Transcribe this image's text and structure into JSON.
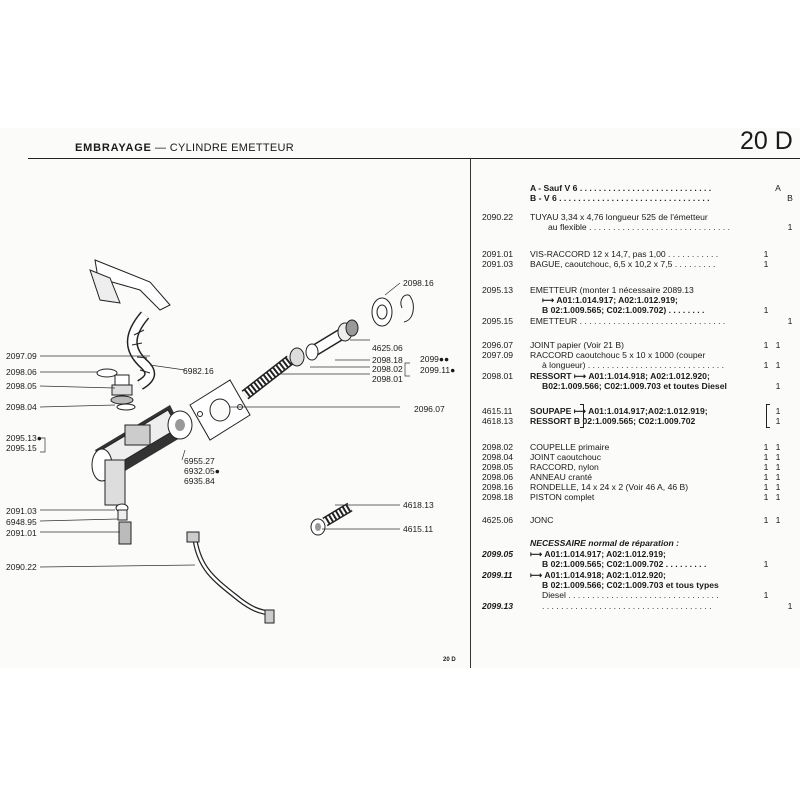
{
  "header": {
    "section": "EMBRAYAGE",
    "dash": "—",
    "title": "CYLINDRE EMETTEUR",
    "page_number": "20 D"
  },
  "footer": {
    "page_ref": "20 D"
  },
  "diagram_labels": {
    "l2097_09": "2097.09",
    "l2098_06": "2098.06",
    "l2098_05": "2098.05",
    "l2098_04": "2098.04",
    "l2095_13": "2095.13●",
    "l2095_15": "2095.15",
    "l6982_16": "6982.16",
    "l2098_16": "2098.16",
    "l4625_06": "4625.06",
    "l2098_18": "2098.18",
    "l2098_02": "2098.02",
    "l2098_01": "2098.01",
    "l2099a": "2099●●",
    "l2099_11": "2099.11●",
    "l2096_07": "2096.07",
    "l6955_27": "6955.27",
    "l6932_05": "6932.05●",
    "l6935_84": "6935.84",
    "l2091_03": "2091.03",
    "l6948_95": "6948.95",
    "l2091_01": "2091.01",
    "l4618_13": "4618.13",
    "l4615_11": "4615.11",
    "l2090_22": "2090.22"
  },
  "parts": [
    {
      "code": "",
      "desc": "A - Sauf V 6 . . . . . . . . . . . . . . . . . . . . . . . . . . . .",
      "qty": [
        "A"
      ]
    },
    {
      "code": "",
      "desc": "B - V 6 . . . . . . . . . . . . . . . . . . . . . . . . . . . . . . . .",
      "qty": [
        "B"
      ]
    },
    {
      "code": "2090.22",
      "desc": "TUYAU 3,34 x 4,76 longueur 525 de l'émetteur",
      "qty": []
    },
    {
      "code": "",
      "desc": "au flexible . . . . . . . . . . . . . . . . . . . . . . . . . . . . . .",
      "qty": [
        "1"
      ]
    },
    {
      "code": "2091.01",
      "desc": "VIS-RACCORD 12 x 14,7, pas 1,00 . . . . . . . . . . .",
      "qty": [
        "1"
      ]
    },
    {
      "code": "2091.03",
      "desc": "BAGUE, caoutchouc, 6,5 x 10,2 x 7,5 . . . . . . . . .",
      "qty": [
        "1"
      ]
    },
    {
      "code": "2095.13",
      "desc": "EMETTEUR (monter 1 nécessaire 2089.13",
      "qty": []
    },
    {
      "code": "",
      "desc": "⟼ A01:1.014.917; A02:1.012.919;",
      "qty": []
    },
    {
      "code": "",
      "desc": "B 02:1.009.565; C02:1.009.702) . . . . . . . .",
      "qty": [
        "1"
      ]
    },
    {
      "code": "2095.15",
      "desc": "EMETTEUR . . . . . . . . . . . . . . . . . . . . . . . . . . . . . . .",
      "qty": [
        "1"
      ]
    },
    {
      "code": "2096.07",
      "desc": "JOINT papier (Voir 21 B)",
      "qty": [
        "1",
        "1"
      ]
    },
    {
      "code": "2097.09",
      "desc": "RACCORD caoutchouc 5 x 10 x 1000 (couper",
      "qty": []
    },
    {
      "code": "",
      "desc": "à longueur) . . . . . . . . . . . . . . . . . . . . . . . . . . . . .",
      "qty": [
        "1",
        "1"
      ]
    },
    {
      "code": "2098.01",
      "desc": "RESSORT ⟼ A01:1.014.918; A02:1.012.920;",
      "qty": []
    },
    {
      "code": "",
      "desc": "B02:1.009.566; C02:1.009.703 et toutes Diesel",
      "qty": [
        "1"
      ]
    },
    {
      "code": "4615.11",
      "desc": "SOUPAPE  ⟼ A01:1.014.917;A02:1.012.919;",
      "qty": [
        "1"
      ]
    },
    {
      "code": "4618.13",
      "desc": "RESSORT  B 02:1.009.565; C02:1.009.702",
      "qty": [
        "1"
      ]
    },
    {
      "code": "2098.02",
      "desc": "COUPELLE primaire",
      "qty": [
        "1",
        "1"
      ]
    },
    {
      "code": "2098.04",
      "desc": "JOINT caoutchouc",
      "qty": [
        "1",
        "1"
      ]
    },
    {
      "code": "2098.05",
      "desc": "RACCORD, nylon",
      "qty": [
        "1",
        "1"
      ]
    },
    {
      "code": "2098.06",
      "desc": "ANNEAU cranté",
      "qty": [
        "1",
        "1"
      ]
    },
    {
      "code": "2098.16",
      "desc": "RONDELLE, 14 x 24 x 2 (Voir 46 A, 46 B)",
      "qty": [
        "1",
        "1"
      ]
    },
    {
      "code": "2098.18",
      "desc": "PISTON complet",
      "qty": [
        "1",
        "1"
      ]
    },
    {
      "code": "4625.06",
      "desc": "JONC",
      "qty": [
        "1",
        "1"
      ]
    },
    {
      "code": "",
      "desc": "NECESSAIRE normal de réparation :",
      "qty": []
    },
    {
      "code": "2099.05",
      "desc": "⟼ A01:1.014.917; A02:1.012.919;",
      "qty": []
    },
    {
      "code": "",
      "desc": "B 02:1.009.565; C02:1.009.702 . . . . . . . . .",
      "qty": [
        "1"
      ]
    },
    {
      "code": "2099.11",
      "desc": "⟼ A01:1.014.918; A02:1.012.920;",
      "qty": []
    },
    {
      "code": "",
      "desc": "B 02:1.009.566; C02:1.009.703 et tous types",
      "qty": []
    },
    {
      "code": "",
      "desc": "Diesel . . . . . . . . . . . . . . . . . . . . . . . . . . . . . . . .",
      "qty": [
        "1"
      ]
    },
    {
      "code": "2099.13",
      "desc": ". . . . . . . . . . . . . . . . . . . . . . . . . . . . . . . . . . . .",
      "qty": [
        "1"
      ]
    }
  ]
}
